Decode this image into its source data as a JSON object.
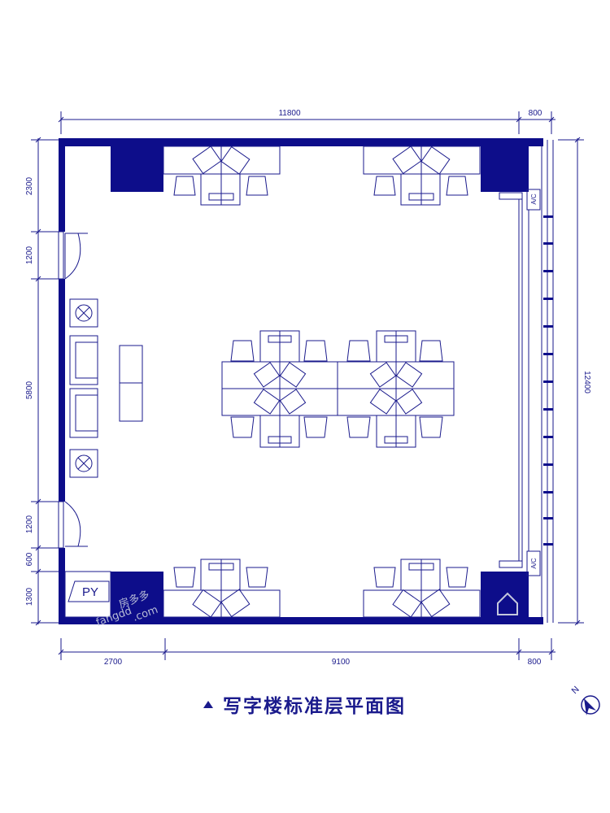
{
  "dimensions": {
    "top_main": "11800",
    "top_side": "800",
    "bottom_left": "2700",
    "bottom_mid": "9100",
    "bottom_right": "800",
    "left_1": "2300",
    "left_2": "1200",
    "left_3": "5800",
    "left_4": "1200",
    "left_5": "600",
    "left_6": "1300",
    "right_total": "12400"
  },
  "labels": {
    "ac_top": "A/C",
    "ac_bottom": "A/C",
    "py": "PY"
  },
  "watermark": {
    "cn": "房多多",
    "en": "fangdd",
    "sub": ".com"
  },
  "title": "写字楼标准层平面图",
  "north": "N",
  "colors": {
    "line": "#1a1a8c",
    "wall": "#0d0d8a",
    "background": "#ffffff"
  }
}
